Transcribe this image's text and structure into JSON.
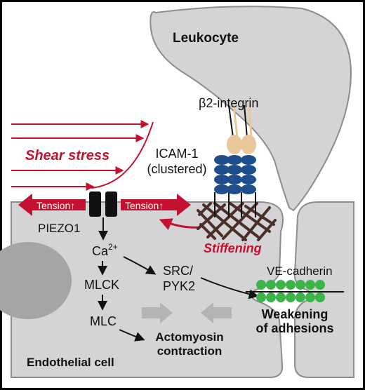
{
  "labels": {
    "leukocyte": "Leukocyte",
    "integrin": "β2-integrin",
    "shear_stress": "Shear stress",
    "icam1_line1": "ICAM-1",
    "icam1_line2": "(clustered)",
    "tension_left": "Tension↑",
    "tension_right": "Tension↑",
    "piezo1": "PIEZO1",
    "stiffening": "Stiffening",
    "ca_base": "Ca",
    "ca_sup": "2+",
    "mlck": "MLCK",
    "mlc": "MLC",
    "src_line1": "SRC/",
    "src_line2": "PYK2",
    "ve_cadherin": "VE-cadherin",
    "weakening_line1": "Weakening",
    "weakening_line2": "of adhesions",
    "actomyosin_line1": "Actomyosin",
    "actomyosin_line2": "contraction",
    "endothelial": "Endothelial cell"
  },
  "colors": {
    "red": "#c3112f",
    "navy": "#1f4e8c",
    "green": "#3bb54a",
    "cell_fill": "#d4d4d6",
    "cell_stroke": "#8d8d90",
    "actin": "#4a2f28",
    "tan": "#e8c89a"
  }
}
